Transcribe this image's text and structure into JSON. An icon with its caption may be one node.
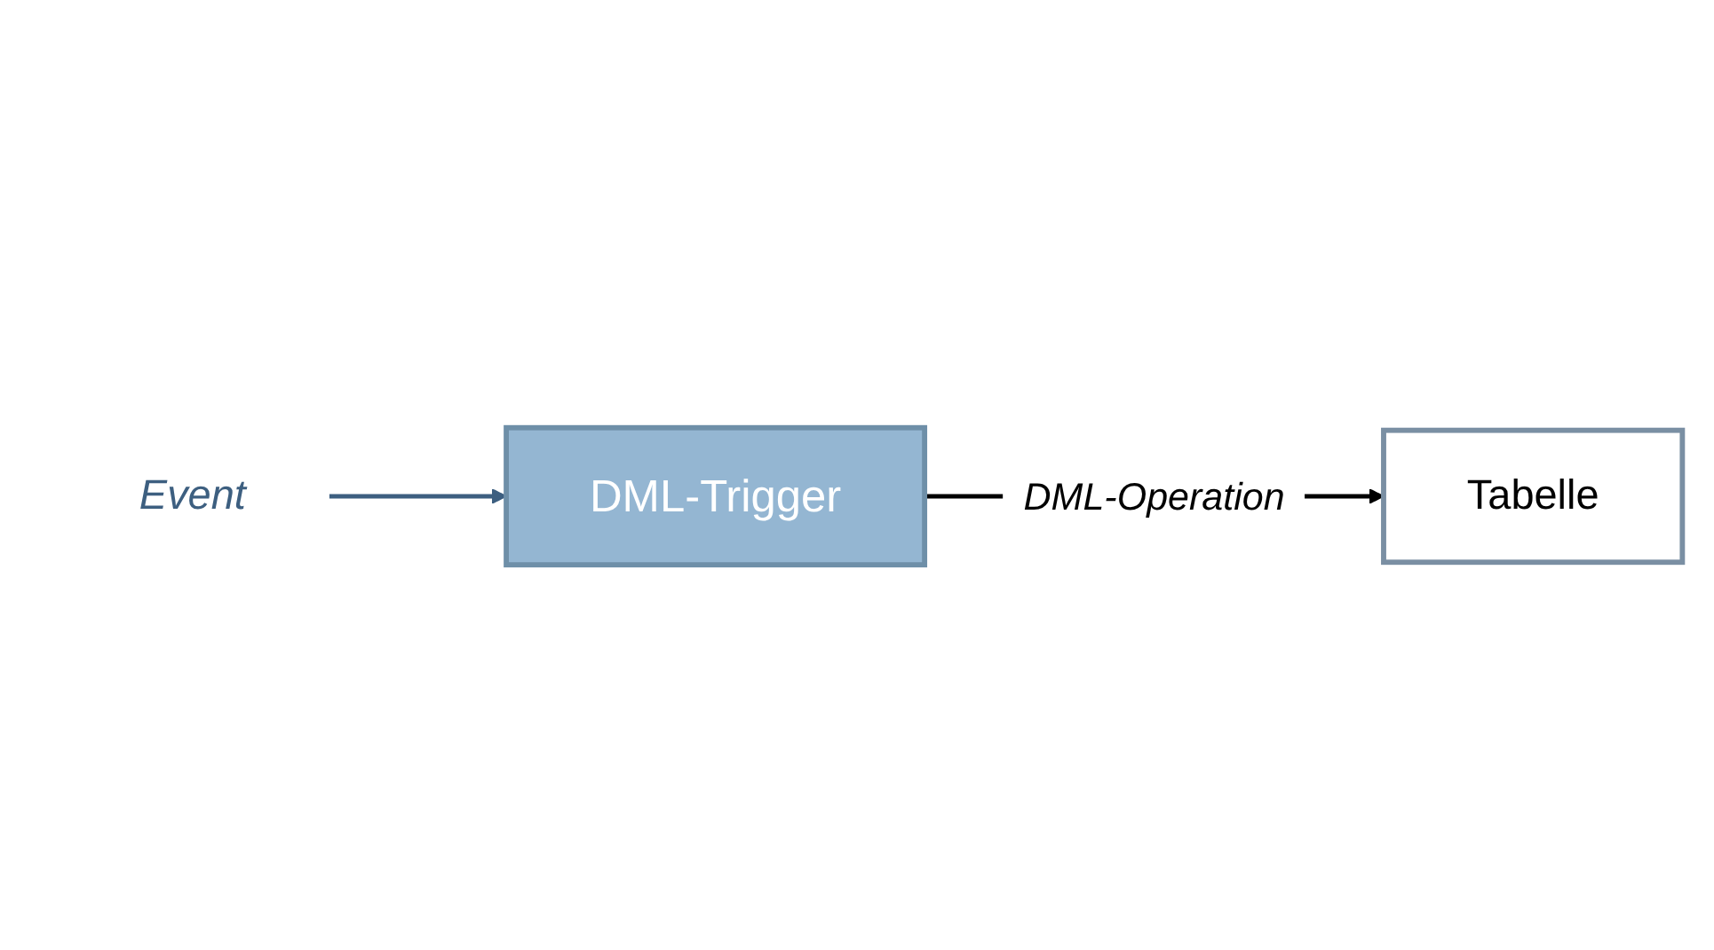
{
  "diagram": {
    "nodes": [
      {
        "text": [
          "DML-Trigger"
        ]
      },
      {
        "text": [
          "Event"
        ]
      },
      {
        "text": [
          "Tabelle"
        ]
      }
    ],
    "edges": [
      {
        "from": 1,
        "to": 0,
        "arrow": "to",
        "color": "#3d5f80"
      },
      {
        "from": 0,
        "to": 2,
        "arrow": "to",
        "label": "DML-Operation",
        "color": "#000000"
      }
    ]
  }
}
